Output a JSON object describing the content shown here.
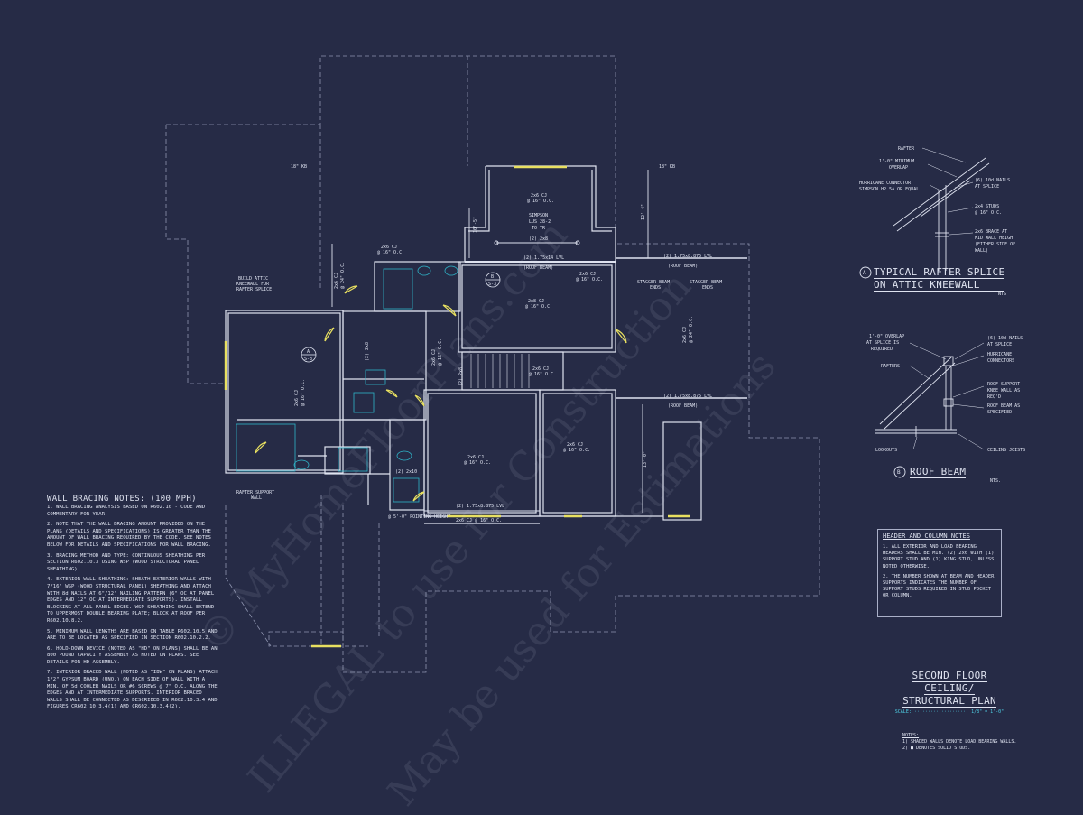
{
  "watermark": {
    "line1": "© MyHomeFloorPlans.com",
    "line2": "ILLEGAL to use for Construction",
    "line3": "May be used for Estimations"
  },
  "plan_labels": {
    "cj_2x6_16": "2x6 CJ",
    "oc_16": "@ 16\" O.C.",
    "simpson": "SIMPSON",
    "lus": "LUS 28-2",
    "to_tr": "TO TR",
    "two_2x8_top": "(2) 2x8",
    "lvl_14": "(2) 1.75x14 LVL",
    "roof_beam": "(ROOF BEAM)",
    "lvl_875_a": "(2) 1.75x8.875 LVL",
    "lvl_875_b": "(2) 1.75x8.875 LVL",
    "lvl_875_c": "(2) 1.75x8.875 LVL",
    "stagger_a": "STAGGER BEAM",
    "stagger_b": "STAGGER BEAM",
    "ends": "ENDS",
    "cj_2x8": "2x8 CJ",
    "cj_2x6_24": "2x6 CJ",
    "oc_24": "@ 24\" O.C.",
    "build_attic": "BUILD ATTIC",
    "kneewall_for": "KNEEWALL FOR",
    "rafter_splice": "RAFTER SPLICE",
    "rafter_support": "RAFTER SUPPORT",
    "wall": "WALL",
    "two_2x8_side": "(2) 2x8",
    "two_2x8_lower": "(2) 2x8",
    "two_2x10": "(2) 2x10",
    "bot_label": "2x6 CJ @ 16\" O.C.",
    "pointing_height": "@ 5'-0\" POINTING HEIGHT",
    "dim_10_5": "10'-5\"",
    "dim_12_4": "12'-4\"",
    "dim_13_0": "13'-0\"",
    "sk": "18\" KB",
    "sk2": "18\" KB",
    "tag_a": "A",
    "tag_b": "B",
    "tag_s3": "S-3"
  },
  "wall_bracing_notes": {
    "title": "WALL BRACING NOTES: (100 MPH)",
    "items": [
      "1. WALL BRACING ANALYSIS BASED ON R602.10 - CODE AND COMMENTARY FOR YEAR.",
      "2. NOTE THAT THE WALL BRACING AMOUNT PROVIDED ON THE PLANS (DETAILS AND SPECIFICATIONS) IS GREATER THAN THE AMOUNT OF WALL BRACING REQUIRED BY THE CODE. SEE NOTES BELOW FOR DETAILS AND SPECIFICATIONS FOR WALL BRACING.",
      "3. BRACING METHOD AND TYPE: CONTINUOUS SHEATHING PER SECTION R602.10.3 USING WSP (WOOD STRUCTURAL PANEL SHEATHING).",
      "4. EXTERIOR WALL SHEATHING: SHEATH EXTERIOR WALLS WITH 7/16\" WSP (WOOD STRUCTURAL PANEL) SHEATHING AND ATTACH WITH 8d NAILS AT 6\"/12\" NAILING PATTERN (6\" OC AT PANEL EDGES AND 12\" OC AT INTERMEDIATE SUPPORTS). INSTALL BLOCKING AT ALL PANEL EDGES. WSP SHEATHING SHALL EXTEND TO UPPERMOST DOUBLE BEARING PLATE; BLOCK AT ROOF PER R602.10.8.2.",
      "5. MINIMUM WALL LENGTHS ARE BASED ON TABLE R602.10.5 AND ARE TO BE LOCATED AS SPECIFIED IN SECTION R602.10.2.2.",
      "6. HOLD-DOWN DEVICE (NOTED AS \"HD\" ON PLANS) SHALL BE AN 800 POUND CAPACITY ASSEMBLY AS NOTED ON PLANS. SEE DETAILS FOR HD ASSEMBLY.",
      "7. INTERIOR BRACED WALL (NOTED AS \"IBW\" ON PLANS) ATTACH 1/2\" GYPSUM BOARD (UNO.) ON EACH SIDE OF WALL WITH A MIN. OF 5d COOLER NAILS OR #6 SCREWS @ 7\" O.C. ALONG THE EDGES AND AT INTERMEDIATE SUPPORTS. INTERIOR BRACED WALLS SHALL BE CONNECTED AS DESCRIBED IN R602.10.3.4 AND FIGURES CR602.10.3.4(1) AND CR602.10.3.4(2)."
    ]
  },
  "detail_a": {
    "marker": "A",
    "title_line1": "TYPICAL RAFTER SPLICE",
    "title_line2": "ON ATTIC KNEEWALL",
    "nts": "NTS",
    "callouts": {
      "rafter": "RAFTER",
      "overlap1": "1'-0\" MINIMUM",
      "overlap2": "OVERLAP",
      "hurricane1": "HURRICANE CONNECTOR",
      "hurricane2": "SIMPSON H2.5A OR EQUAL",
      "nails1": "(6) 10d NAILS",
      "nails2": "AT SPLICE",
      "studs1": "2x4 STUDS",
      "studs2": "@ 16\" O.C.",
      "brace1": "2x6 BRACE AT",
      "brace2": "MID WALL HEIGHT",
      "brace3": "(EITHER SIDE OF",
      "brace4": "WALL)"
    }
  },
  "detail_b": {
    "marker": "B",
    "title": "ROOF BEAM",
    "nts": "NTS.",
    "callouts": {
      "overlap1": "1'-0\" OVERLAP",
      "overlap2": "AT SPLICE IS",
      "overlap3": "REQUIRED",
      "nails1": "(6) 10d NAILS",
      "nails2": "AT SPLICE",
      "hurr1": "HURRICANE",
      "hurr2": "CONNECTORS",
      "rafters": "RAFTERS",
      "knee1": "ROOF SUPPORT",
      "knee2": "KNEE WALL AS",
      "knee3": "REQ'D",
      "beam1": "ROOF BEAM AS",
      "beam2": "SPECIFIED",
      "lookouts": "LOOKOUTS",
      "joists": "CEILING JOISTS"
    }
  },
  "header_column_notes": {
    "title": "HEADER AND COLUMN NOTES",
    "items": [
      "1. ALL EXTERIOR AND LOAD BEARING HEADERS SHALL BE MIN. (2) 2x6 WITH (1) SUPPORT STUD AND (1) KING STUD, UNLESS NOTED OTHERWISE.",
      "2. THE NUMBER SHOWN AT BEAM AND HEADER SUPPORTS INDICATES THE NUMBER OF SUPPORT STUDS REQUIRED IN STUD POCKET OR COLUMN."
    ]
  },
  "sheet_title": {
    "line1": "SECOND FLOOR CEILING/",
    "line2": "STRUCTURAL PLAN",
    "scale": "SCALE: ···················· 1/8\" = 1'-0\""
  },
  "footnotes": {
    "title": "NOTES:",
    "items": [
      "1) SHADED WALLS DENOTE LOAD BEARING WALLS.",
      "2) ■ DENOTES SOLID STUDS."
    ]
  },
  "colors": {
    "background": "#262b46",
    "line": "#dfe3f0",
    "dashed": "#8f95b0",
    "accent_yellow": "#e8e060",
    "accent_cyan": "#2fb4c8"
  }
}
